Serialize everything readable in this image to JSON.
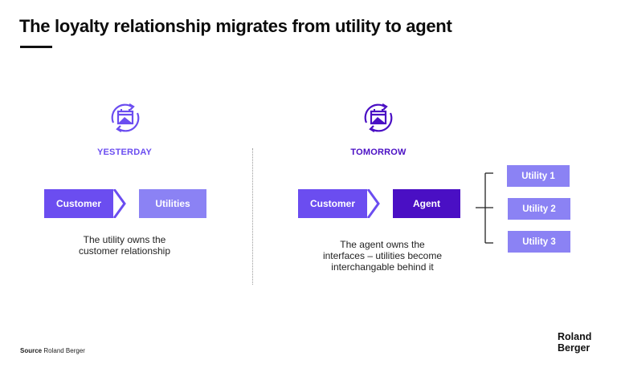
{
  "title": "The loyalty relationship migrates from utility to agent",
  "colors": {
    "customer_box": "#6b4df0",
    "utility_box": "#8b82f4",
    "agent_box": "#4a0fc4",
    "yesterday_heading": "#6b4df0",
    "tomorrow_heading": "#4a0fc4"
  },
  "yesterday": {
    "icon": "calendar-cycle-icon",
    "heading": "YESTERDAY",
    "customer_label": "Customer",
    "utilities_label": "Utilities",
    "caption_line1": "The utility owns the",
    "caption_line2": "customer relationship"
  },
  "tomorrow": {
    "icon": "calendar-cycle-icon",
    "heading": "TOMORROW",
    "customer_label": "Customer",
    "agent_label": "Agent",
    "utilities": [
      "Utility 1",
      "Utility 2",
      "Utility 3"
    ],
    "caption_line1": "The agent owns the",
    "caption_line2": "interfaces – utilities become",
    "caption_line3": "interchangable behind it"
  },
  "source": {
    "label": "Source",
    "text": "Roland Berger"
  },
  "logo": {
    "line1": "Roland",
    "line2": "Berger"
  }
}
